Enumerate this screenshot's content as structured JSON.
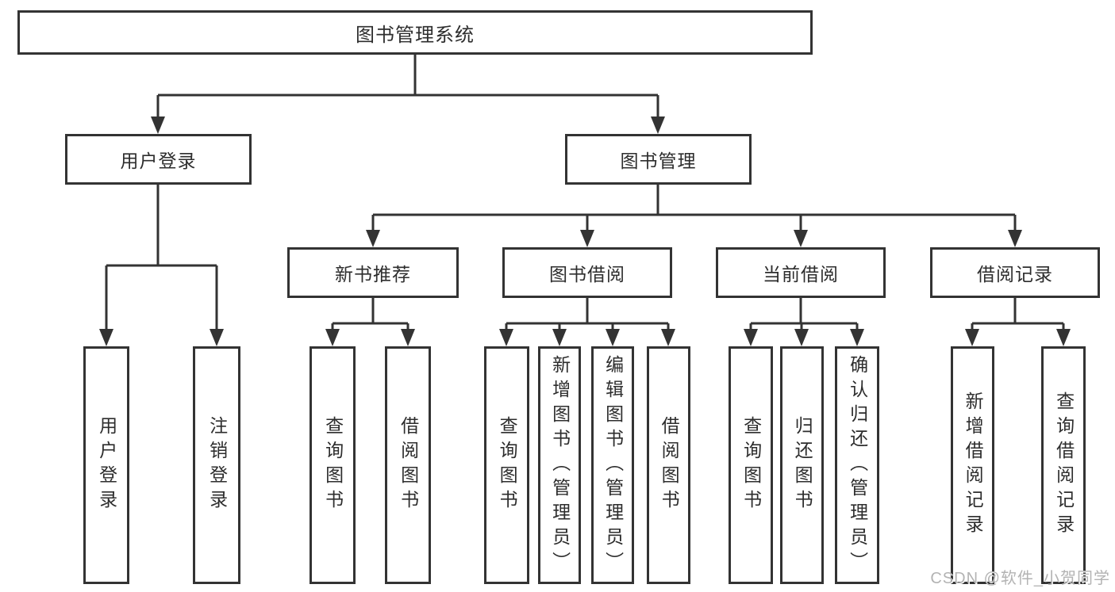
{
  "diagram": {
    "root_label": "图书管理系统",
    "branches": [
      {
        "label": "用户登录",
        "children": [
          {
            "label": "用户登录"
          },
          {
            "label": "注销登录"
          }
        ]
      },
      {
        "label": "图书管理",
        "children": [
          {
            "label": "新书推荐",
            "children": [
              {
                "label": "查询图书"
              },
              {
                "label": "借阅图书"
              }
            ]
          },
          {
            "label": "图书借阅",
            "children": [
              {
                "label": "查询图书"
              },
              {
                "label": "新增图书（管理员）"
              },
              {
                "label": "编辑图书（管理员）"
              },
              {
                "label": "借阅图书"
              }
            ]
          },
          {
            "label": "当前借阅",
            "children": [
              {
                "label": "查询图书"
              },
              {
                "label": "归还图书"
              },
              {
                "label": "确认归还（管理员）"
              }
            ]
          },
          {
            "label": "借阅记录",
            "children": [
              {
                "label": "新增借阅记录"
              },
              {
                "label": "查询借阅记录"
              }
            ]
          }
        ]
      }
    ],
    "watermark": "CSDN @软件_小贺同学",
    "colors": {
      "line": "#333333",
      "box_border": "#333333",
      "box_fill": "#ffffff",
      "text": "#2d2d2d",
      "watermark": "#b3b3b3",
      "background": "#ffffff"
    }
  }
}
